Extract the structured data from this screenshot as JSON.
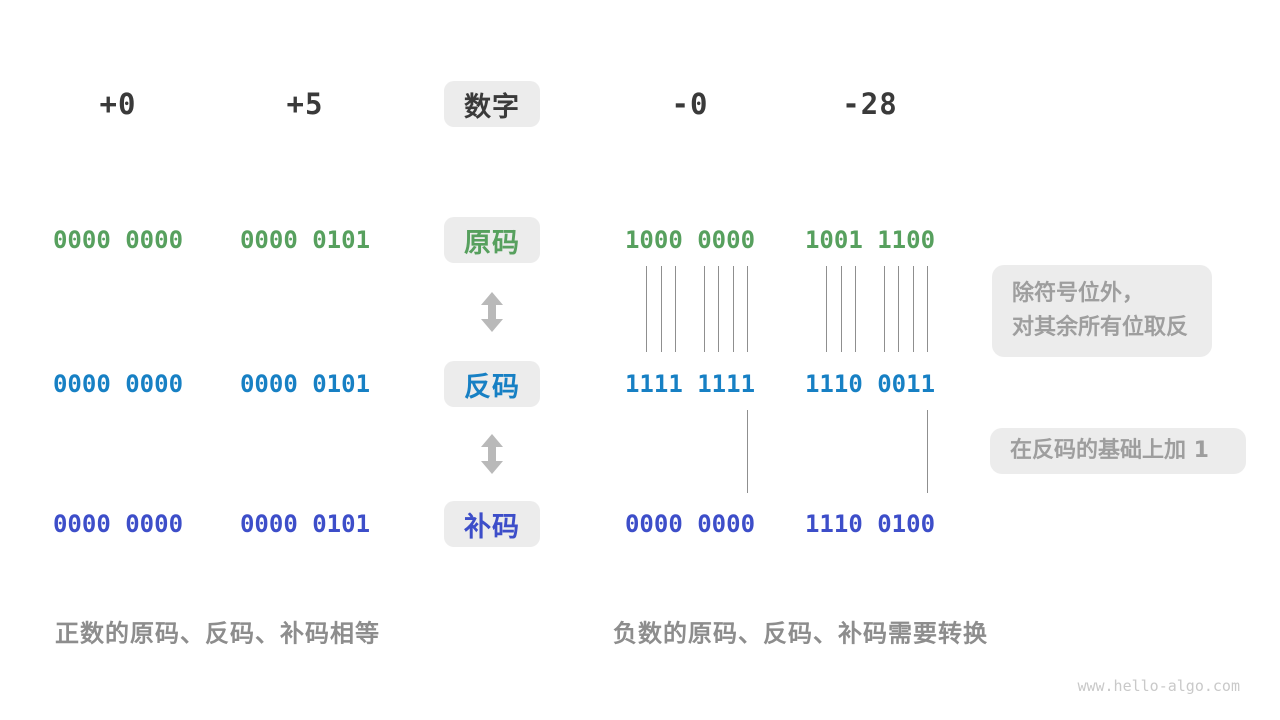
{
  "header": {
    "pill": "数字",
    "labels": [
      "+0",
      "+5",
      "-0",
      "-28"
    ]
  },
  "rows": [
    {
      "id": "sign-magnitude",
      "pill": "原码",
      "color": "#57a05e",
      "values": [
        "0000 0000",
        "0000 0101",
        "1000 0000",
        "1001 1100"
      ]
    },
    {
      "id": "ones-complement",
      "pill": "反码",
      "color": "#1780c4",
      "values": [
        "0000 0000",
        "0000 0101",
        "1111 1111",
        "1110 0011"
      ]
    },
    {
      "id": "twos-complement",
      "pill": "补码",
      "color": "#3d4ec9",
      "values": [
        "0000 0000",
        "0000 0101",
        "0000 0000",
        "1110 0100"
      ]
    }
  ],
  "annotations": {
    "invert_note_line1": "除符号位外，",
    "invert_note_line2": "对其余所有位取反",
    "add_one_note": "在反码的基础上加 1"
  },
  "captions": {
    "positive": "正数的原码、反码、补码相等",
    "negative": "负数的原码、反码、补码需要转换"
  },
  "watermark": "www.hello-algo.com",
  "colors": {
    "header_text": "#3a3a3a",
    "sign_magnitude": "#57a05e",
    "ones_complement": "#1780c4",
    "twos_complement": "#3d4ec9",
    "pill_background": "#ececec",
    "annotation_text": "#9e9e9e",
    "caption_text": "#8d8d8d",
    "arrow": "#b9b9b9",
    "tick_line": "#8f8f8f",
    "watermark_text": "#c9c9c9"
  },
  "ticks": {
    "inverted_bits_per_group": 7,
    "carry_lines_per_group": 1
  }
}
